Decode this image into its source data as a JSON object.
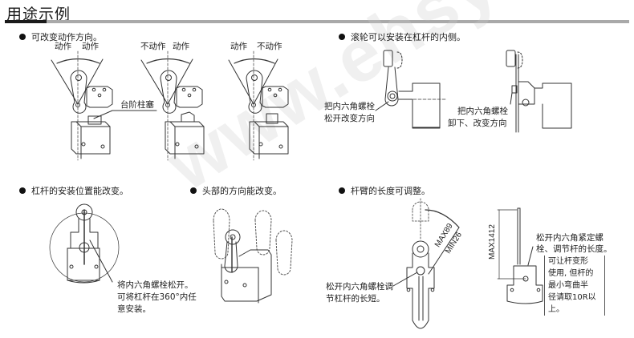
{
  "page": {
    "title": "用途示例"
  },
  "sections": [
    {
      "heading": "可改变动作方向。",
      "figures": [
        {
          "left_label": "动作",
          "right_label": "动作"
        },
        {
          "left_label": "不动作",
          "right_label": "动作"
        },
        {
          "left_label": "动作",
          "right_label": "不动作"
        }
      ],
      "callout": "台阶柱塞"
    },
    {
      "heading": "滚轮可以安装在杠杆的内侧。",
      "callout_left": [
        "把内六角螺栓",
        "松开改变方向"
      ],
      "callout_right": [
        "把内六角螺栓",
        "卸下、改变方向"
      ]
    },
    {
      "heading": "杠杆的安装位置能改变。",
      "callout": [
        "将内六角螺栓松开。",
        "可将杠杆在360°内任",
        "意安装。"
      ]
    },
    {
      "heading": "头部的方向能改变。"
    },
    {
      "heading": "杆臂的长度可调整。",
      "callout_left": [
        "松开内六角螺栓调",
        "节杠杆的长短。"
      ],
      "dim_max": "MAX89",
      "dim_min": "MIN26",
      "dim_rod": "MAX1412",
      "callout_right": [
        "松开内六角紧定螺",
        "栓、调节杆的长度。"
      ],
      "note": [
        "可让杆变形",
        "使用, 但杆的",
        "最小弯曲半",
        "径请取10R以",
        "上。"
      ]
    }
  ],
  "watermark": "www.ehsy.com",
  "colors": {
    "title_bar": "#a9a9a9",
    "title_accent": "#1a1a1a",
    "line": "#333333"
  }
}
